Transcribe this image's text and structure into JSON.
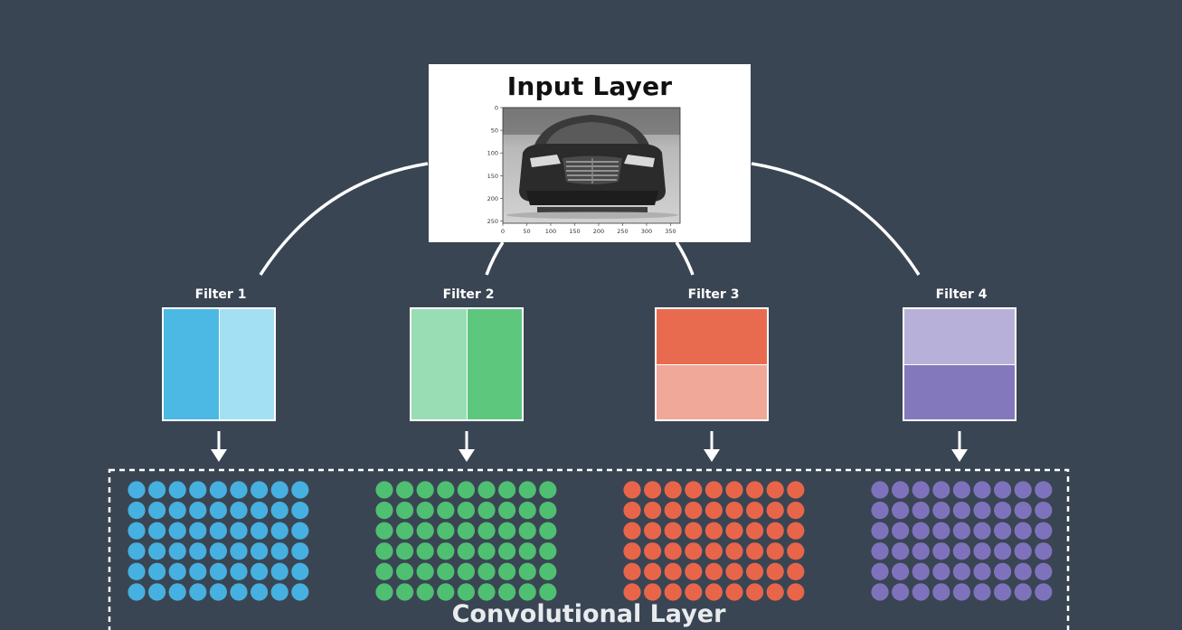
{
  "input_layer": {
    "title": "Input Layer",
    "plot": {
      "y_ticks": [
        "0",
        "50",
        "100",
        "150",
        "200",
        "250"
      ],
      "x_ticks": [
        "0",
        "50",
        "100",
        "150",
        "200",
        "250",
        "300",
        "350"
      ]
    }
  },
  "filters": [
    {
      "label": "Filter 1",
      "split": "vertical",
      "colors": [
        "#4cb8e4",
        "#a3e0f4"
      ],
      "node_color": "#46b0e0"
    },
    {
      "label": "Filter 2",
      "split": "vertical",
      "colors": [
        "#98ddb4",
        "#5ec77e"
      ],
      "node_color": "#4fbf72"
    },
    {
      "label": "Filter 3",
      "split": "horizontal",
      "colors": [
        "#e96b4f",
        "#f0a898"
      ],
      "node_color": "#e8654a"
    },
    {
      "label": "Filter 4",
      "split": "horizontal",
      "colors": [
        "#b7b1d9",
        "#8378bb"
      ],
      "node_color": "#7f72bd"
    }
  ],
  "conv_layer": {
    "label": "Convolutional Layer",
    "grid_rows": 6,
    "grid_cols": 9
  },
  "colors": {
    "background": "#3a4553",
    "connector": "#ffffff"
  }
}
